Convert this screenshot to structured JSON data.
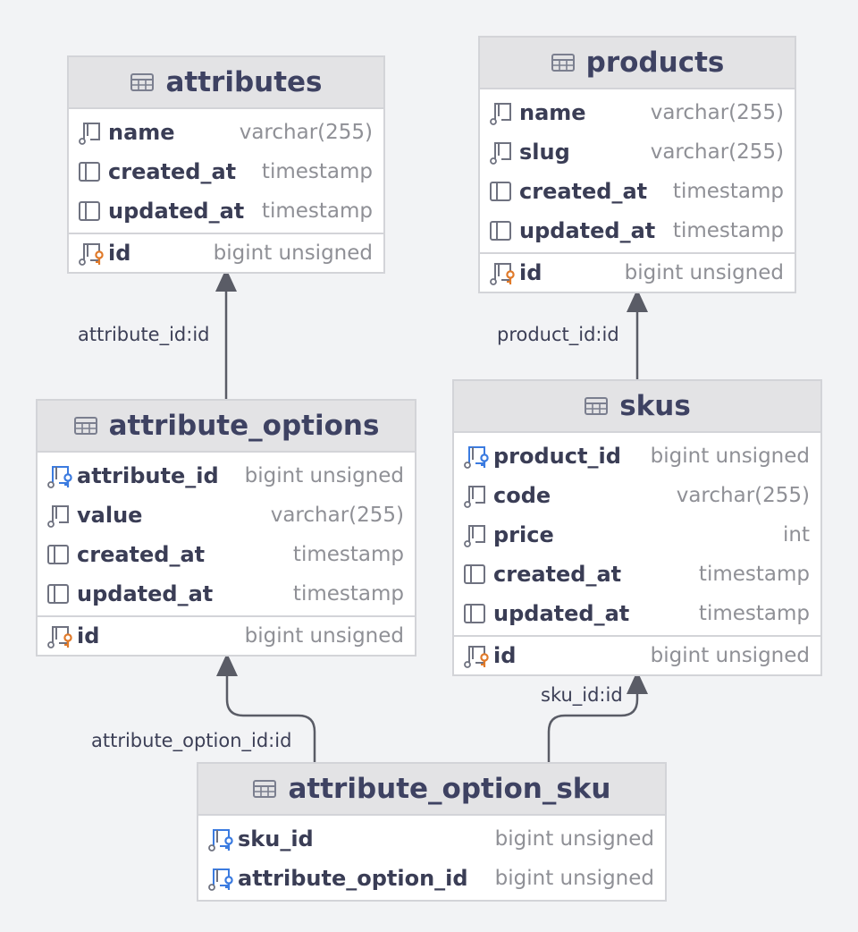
{
  "diagram": {
    "tables": {
      "attributes": {
        "name": "attributes",
        "columns": [
          {
            "name": "name",
            "type": "varchar(255)",
            "icon": "nullable-column-icon"
          },
          {
            "name": "created_at",
            "type": "timestamp",
            "icon": "column-icon"
          },
          {
            "name": "updated_at",
            "type": "timestamp",
            "icon": "column-icon"
          }
        ],
        "pk": {
          "name": "id",
          "type": "bigint unsigned",
          "icon": "primary-key-icon"
        }
      },
      "products": {
        "name": "products",
        "columns": [
          {
            "name": "name",
            "type": "varchar(255)",
            "icon": "nullable-column-icon"
          },
          {
            "name": "slug",
            "type": "varchar(255)",
            "icon": "nullable-column-icon"
          },
          {
            "name": "created_at",
            "type": "timestamp",
            "icon": "column-icon"
          },
          {
            "name": "updated_at",
            "type": "timestamp",
            "icon": "column-icon"
          }
        ],
        "pk": {
          "name": "id",
          "type": "bigint unsigned",
          "icon": "primary-key-icon"
        }
      },
      "attribute_options": {
        "name": "attribute_options",
        "columns": [
          {
            "name": "attribute_id",
            "type": "bigint unsigned",
            "icon": "foreign-key-icon"
          },
          {
            "name": "value",
            "type": "varchar(255)",
            "icon": "nullable-column-icon"
          },
          {
            "name": "created_at",
            "type": "timestamp",
            "icon": "column-icon"
          },
          {
            "name": "updated_at",
            "type": "timestamp",
            "icon": "column-icon"
          }
        ],
        "pk": {
          "name": "id",
          "type": "bigint unsigned",
          "icon": "primary-key-icon"
        }
      },
      "skus": {
        "name": "skus",
        "columns": [
          {
            "name": "product_id",
            "type": "bigint unsigned",
            "icon": "foreign-key-icon"
          },
          {
            "name": "code",
            "type": "varchar(255)",
            "icon": "nullable-column-icon"
          },
          {
            "name": "price",
            "type": "int",
            "icon": "nullable-column-icon"
          },
          {
            "name": "created_at",
            "type": "timestamp",
            "icon": "column-icon"
          },
          {
            "name": "updated_at",
            "type": "timestamp",
            "icon": "column-icon"
          }
        ],
        "pk": {
          "name": "id",
          "type": "bigint unsigned",
          "icon": "primary-key-icon"
        }
      },
      "attribute_option_sku": {
        "name": "attribute_option_sku",
        "columns": [
          {
            "name": "sku_id",
            "type": "bigint unsigned",
            "icon": "foreign-key-icon"
          },
          {
            "name": "attribute_option_id",
            "type": "bigint unsigned",
            "icon": "foreign-key-icon"
          }
        ]
      }
    },
    "edges": {
      "attribute_id": "attribute_id:id",
      "product_id": "product_id:id",
      "attribute_option_id": "attribute_option_id:id",
      "sku_id": "sku_id:id"
    },
    "colors": {
      "table_icon": "#7b7f8f",
      "column_icon": "#6f7280",
      "foreign_key": "#3b7be0",
      "primary_key": "#e07a2a",
      "edge": "#5a5c66"
    }
  }
}
